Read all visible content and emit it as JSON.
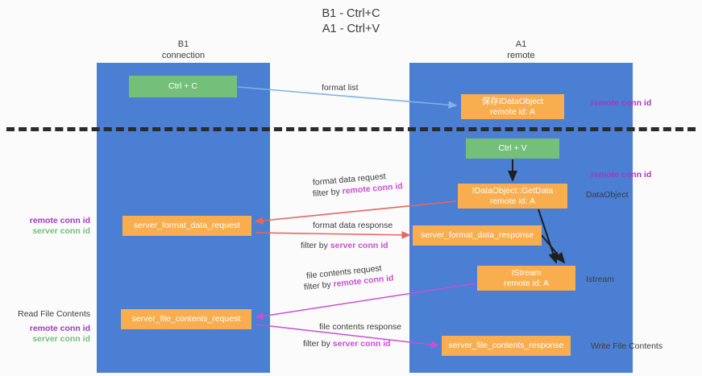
{
  "diagram": {
    "title": "B1 - Ctrl+C\nA1 - Ctrl+V",
    "lanes": [
      {
        "id": "b1",
        "title": "B1\nconnection"
      },
      {
        "id": "a1",
        "title": "A1\nremote"
      }
    ],
    "boxes": {
      "ctrl_c": "Ctrl + C",
      "idataobject": "保存IDataObject\nremote id: A",
      "ctrl_v": "Ctrl + V",
      "getdata": "IDataObject::GetData\nremote id: A",
      "server_format_data_request": "server_format_data_request",
      "server_format_data_response": "server_format_data_response",
      "istream": "IStream\nremote id: A",
      "server_file_contents_request": "server_file_contents_request",
      "server_file_contents_response": "server_file_contents_response"
    },
    "side_labels": {
      "remote_conn_id_top": "remote conn id",
      "remote_conn_id_mid": "remote conn id",
      "dataobject": "DataObject",
      "istream": "Istream",
      "write_file_contents": "Write File Contents",
      "read_file_contents": "Read File Contents",
      "remote_conn_id": "remote conn id",
      "server_conn_id": "server conn id"
    },
    "connector_captions": {
      "format_list": "format list",
      "format_data_request": "format data request",
      "filter_by_remote_conn_id_1": "filter by ",
      "format_data_response": "format data response",
      "filter_by_server_conn_id_1": "filter by ",
      "file_contents_request": "file contents request",
      "filter_by_remote_conn_id_2": "filter by ",
      "file_contents_response": "file contents response",
      "filter_by_server_conn_id_2": "filter by ",
      "remote_conn_id": "remote conn id",
      "server_conn_id": "server conn id"
    },
    "colors": {
      "lane": "#4a7fd4",
      "green_box": "#74c07a",
      "orange_box": "#f8ad4f",
      "purple_text": "#a139c4",
      "magenta_arrow": "#c94fd4",
      "red_arrow": "#e8655f",
      "blue_arrow": "#7fb2e5",
      "divider": "#2b2b2b"
    }
  }
}
